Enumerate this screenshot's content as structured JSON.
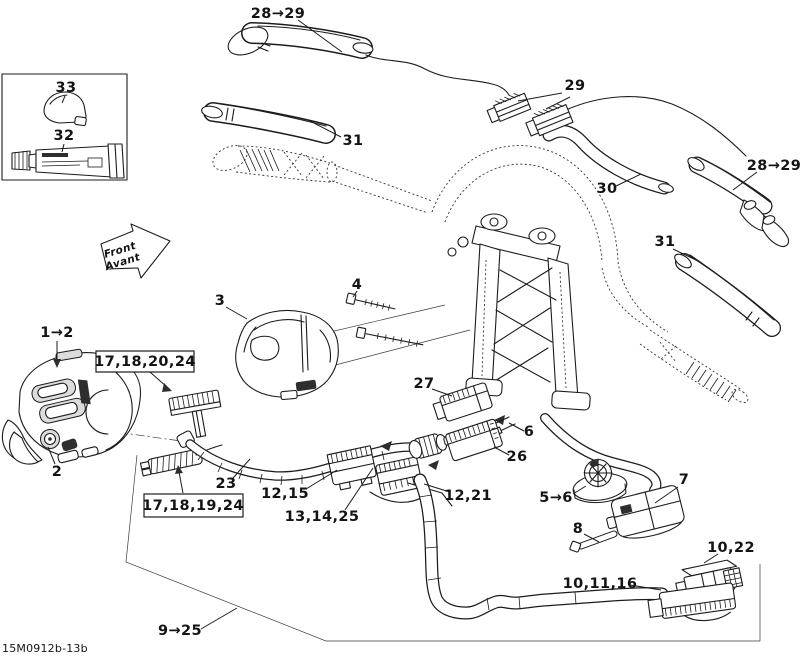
{
  "page": {
    "background": "#ffffff",
    "line_color": "#1c1c1c"
  },
  "doc_code": "15M0912b-13b",
  "front_arrow": {
    "line1": "Front",
    "line2": "Avant"
  },
  "labels": {
    "grip_top": "28→29",
    "inset_cap": "33",
    "inset_tube": "32",
    "sleeve_left": "31",
    "connectors_top": "29",
    "bar_right": "30",
    "grip_right": "28→29",
    "sleeve_right": "31",
    "switch_asm": "1→2",
    "housing": "3",
    "bolts": "4",
    "bracket_upper_box": "17,18,20,24",
    "conn_27": "27",
    "screws": "6",
    "conn_26": "26",
    "switch_button": "2",
    "conduit": "23",
    "grommet_a": "12,15",
    "bracket_lower_box": "17,18,19,24",
    "grommet_b": "13,14,25",
    "tube_lower": "12,21",
    "dial": "5→6",
    "module": "7",
    "pin": "8",
    "conn_upper": "10,22",
    "conn_lower": "10,11,16",
    "harness_main": "9→25"
  }
}
